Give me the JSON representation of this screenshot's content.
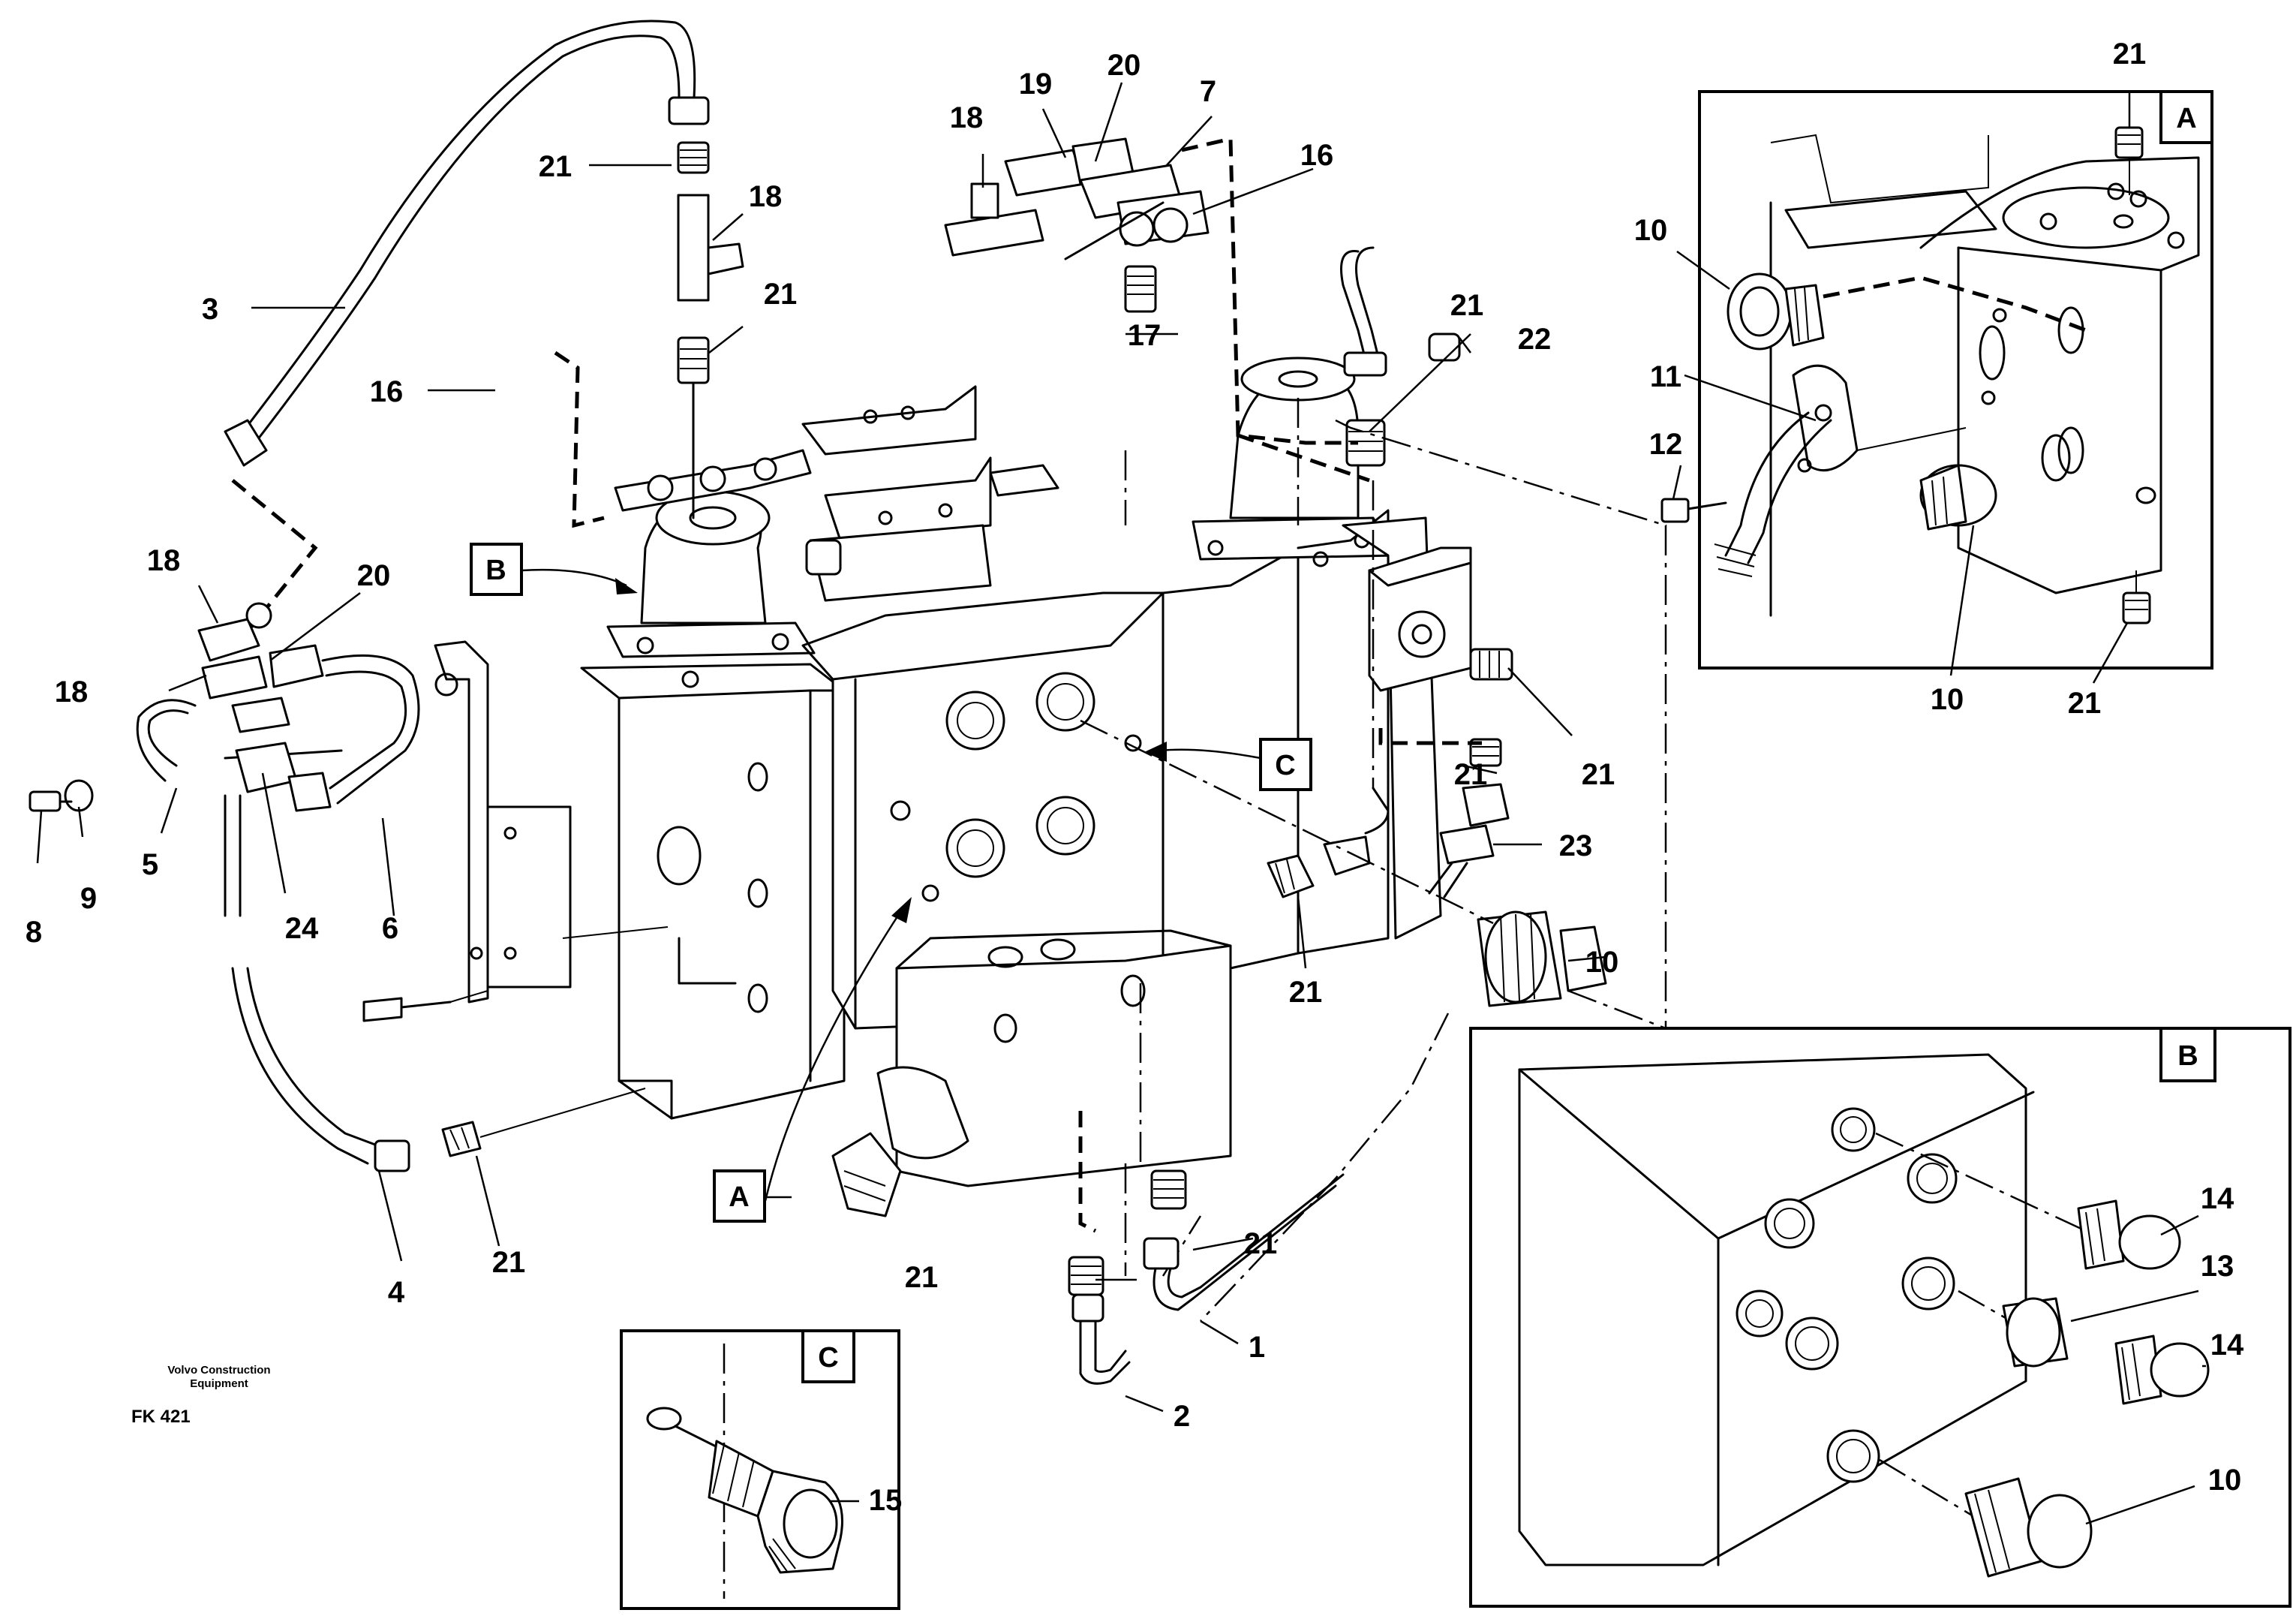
{
  "credit": {
    "line1": "Volvo Construction",
    "line2": "Equipment",
    "code": "FK 421"
  },
  "detail_labels": {
    "A": "A",
    "B": "B",
    "C": "C"
  },
  "part_numbers": {
    "p1": "1",
    "p2": "2",
    "p3": "3",
    "p4": "4",
    "p5": "5",
    "p6": "6",
    "p7": "7",
    "p8": "8",
    "p9": "9",
    "p10": "10",
    "p11": "11",
    "p12": "12",
    "p13": "13",
    "p14": "14",
    "p15": "15",
    "p16": "16",
    "p17": "17",
    "p18": "18",
    "p19": "19",
    "p20": "20",
    "p21": "21",
    "p22": "22",
    "p23": "23",
    "p24": "24"
  }
}
